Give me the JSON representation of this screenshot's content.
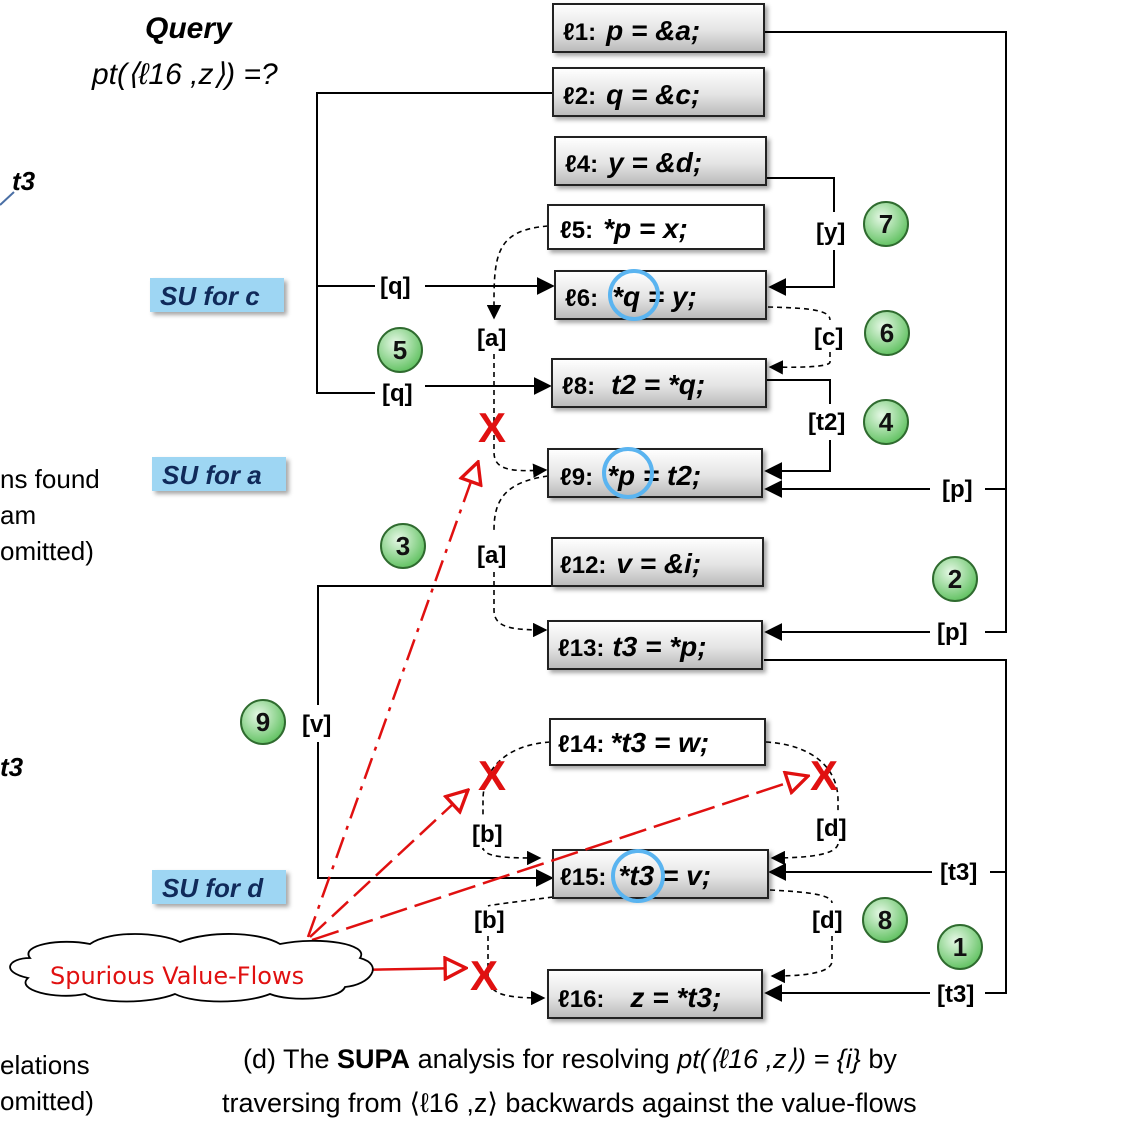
{
  "query": {
    "title": "Query",
    "expr": "pt(⟨ℓ16 ,z⟩) =?"
  },
  "statements": [
    {
      "id": "l1",
      "label": "ℓ1:",
      "code": "p = &a;"
    },
    {
      "id": "l2",
      "label": "ℓ2:",
      "code": "q = &c;"
    },
    {
      "id": "l4",
      "label": "ℓ4:",
      "code": "y = &d;"
    },
    {
      "id": "l5",
      "label": "ℓ5:",
      "code": "*p = x;"
    },
    {
      "id": "l6",
      "label": "ℓ6:",
      "code": "*q = y;"
    },
    {
      "id": "l8",
      "label": "ℓ8:",
      "code": "t2 = *q;"
    },
    {
      "id": "l9",
      "label": "ℓ9:",
      "code": "*p = t2;"
    },
    {
      "id": "l12",
      "label": "ℓ12:",
      "code": "v = &i;"
    },
    {
      "id": "l13",
      "label": "ℓ13:",
      "code": "t3 = *p;"
    },
    {
      "id": "l14",
      "label": "ℓ14:",
      "code": "*t3 = w;"
    },
    {
      "id": "l15",
      "label": "ℓ15:",
      "code": "*t3 = v;"
    },
    {
      "id": "l16",
      "label": "ℓ16:",
      "code": "z = *t3;"
    }
  ],
  "edge_labels": {
    "y": "[y]",
    "q1": "[q]",
    "q2": "[q]",
    "a1": "[a]",
    "a2": "[a]",
    "c": "[c]",
    "t2": "[t2]",
    "p1": "[p]",
    "p2": "[p]",
    "v": "[v]",
    "b1": "[b]",
    "b2": "[b]",
    "d1": "[d]",
    "d2": "[d]",
    "t3a": "[t3]",
    "t3b": "[t3]"
  },
  "steps": [
    "1",
    "2",
    "3",
    "4",
    "5",
    "6",
    "7",
    "8",
    "9"
  ],
  "su_labels": {
    "c": "SU for c",
    "a": "SU for a",
    "d": "SU for d"
  },
  "spurious_label": "Spurious Value-Flows",
  "x_mark": "X",
  "side_text": {
    "t3_top": "t3",
    "found1": "ns found",
    "found2": "am",
    "found3": "omitted)",
    "t3_mid": "t3",
    "rel1": "elations",
    "rel2": "omitted)"
  },
  "caption": {
    "prefix": "(d) The ",
    "bold": "SUPA",
    "middle": " analysis for resolving  ",
    "expr": "pt(⟨ℓ16 ,z⟩) = {i}",
    "suffix": " by",
    "line2": "traversing from ⟨ℓ16 ,z⟩ backwards against the value-flows"
  },
  "colors": {
    "spurious": "#e01010",
    "su_bg": "#9ed6f3",
    "step_fill": "#7fd17f",
    "highlight": "#5ab4f0"
  }
}
